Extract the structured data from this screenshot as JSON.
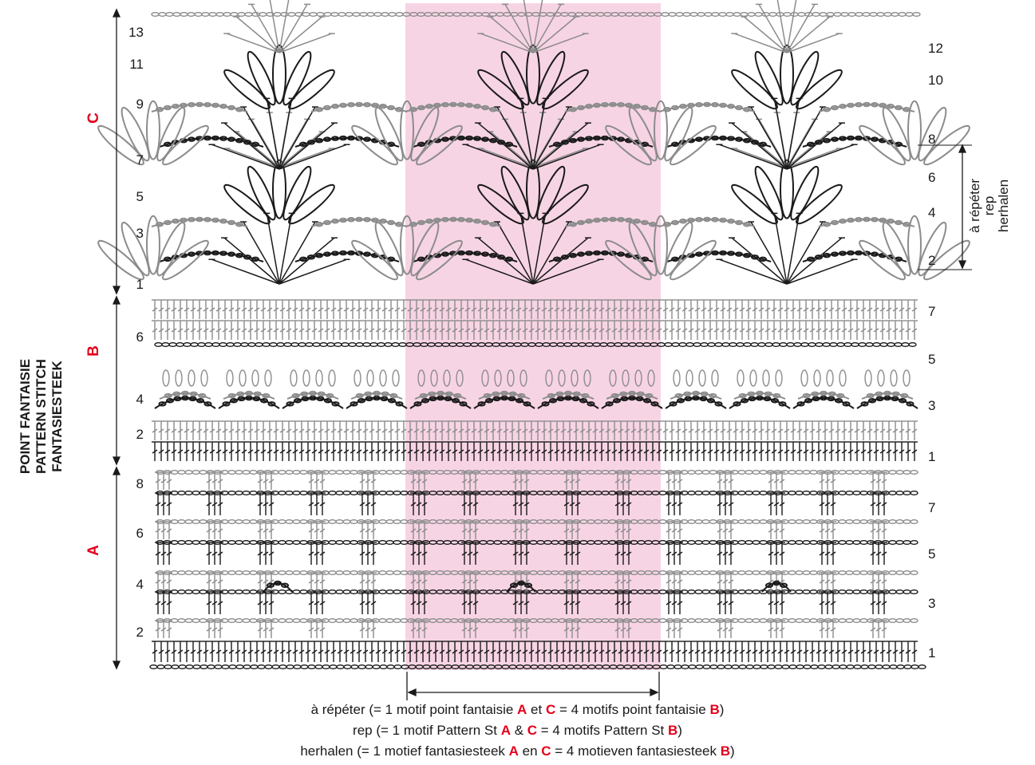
{
  "title_lines": [
    "POINT FANTAISIE",
    "PATTERN STITCH",
    "FANTASIESTEEK"
  ],
  "sections": [
    {
      "letter": "A",
      "left_rows": [
        "2",
        "4",
        "6",
        "8"
      ],
      "right_rows": [
        "1",
        "3",
        "5",
        "7"
      ]
    },
    {
      "letter": "B",
      "left_rows": [
        "2",
        "4",
        "6"
      ],
      "right_rows": [
        "1",
        "3",
        "5",
        "7"
      ]
    },
    {
      "letter": "C",
      "left_rows": [
        "1",
        "3",
        "5",
        "7",
        "9",
        "11",
        "13"
      ],
      "right_rows": [
        "2",
        "4",
        "6",
        "8",
        "10",
        "12"
      ]
    }
  ],
  "repeat_label_lines": [
    "à répéter",
    "rep",
    "herhalen"
  ],
  "captions": [
    {
      "before": "à répéter (= 1 motif point fantaisie ",
      "a": "A",
      "mid1": " et ",
      "c": "C",
      "mid2": " = 4 motifs point fantaisie ",
      "b": "B",
      "after": ")"
    },
    {
      "before": "rep (= 1 motif Pattern St ",
      "a": "A",
      "mid1": " & ",
      "c": "C",
      "mid2": " = 4 motifs Pattern St ",
      "b": "B",
      "after": ")"
    },
    {
      "before": "herhalen (= 1 motief fantasiesteek ",
      "a": "A",
      "mid1": " en ",
      "c": "C",
      "mid2": " = 4 motieven fantasiesteek ",
      "b": "B",
      "after": ")"
    }
  ],
  "colors": {
    "highlight": "#f7d4e4",
    "accent_red": "#e3001b",
    "dark_stitch": "#1a1a1a",
    "grey_stitch": "#8c8c8c"
  }
}
